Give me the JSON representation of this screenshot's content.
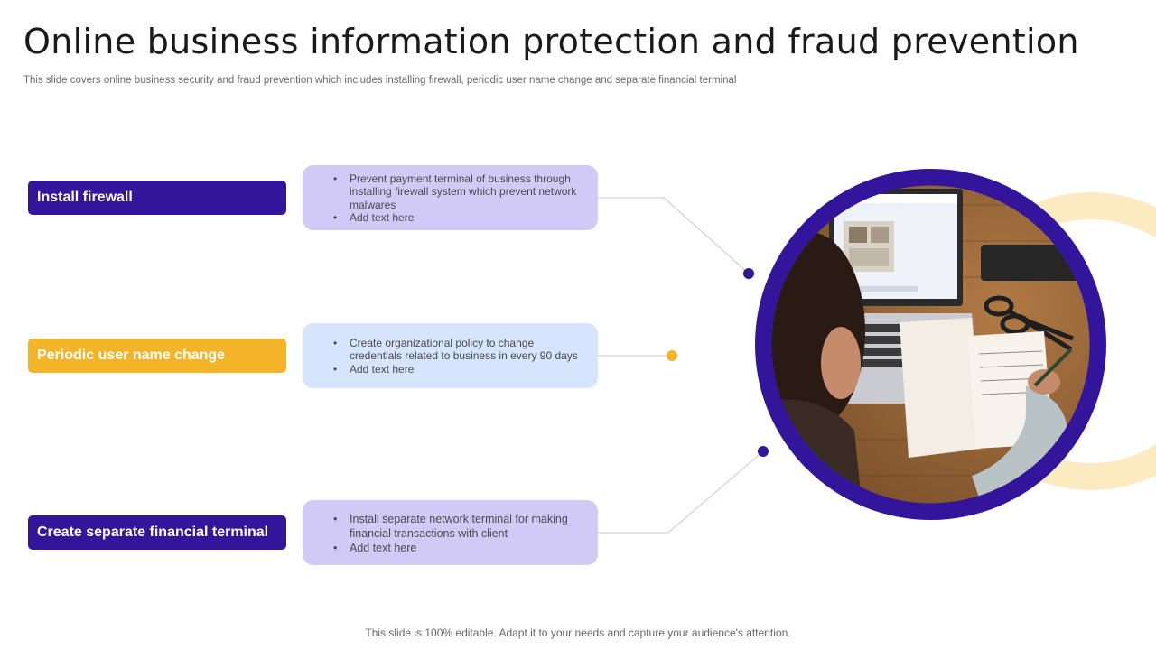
{
  "title": "Online business information protection  and fraud prevention",
  "subtitle": "This slide covers online business security and fraud prevention which includes installing firewall, periodic user name change and separate financial terminal",
  "items": [
    {
      "label": "Install firewall",
      "bullets": [
        "Prevent payment terminal of business through installing firewall system which prevent network malwares",
        "Add text here"
      ]
    },
    {
      "label": "Periodic user name change",
      "bullets": [
        "Create organizational policy to change credentials related to business in every 90 days",
        "Add text here"
      ]
    },
    {
      "label": "Create separate financial terminal",
      "bullets": [
        "Install separate network terminal for making financial transactions with  client",
        "Add text here"
      ]
    }
  ],
  "footer": "This slide is 100% editable. Adapt it to your needs and capture your audience's attention.",
  "colors": {
    "purple": "#33159c",
    "yellow": "#f3b429",
    "lavender": "#d2caf6",
    "light_blue": "#d6e4fe",
    "ring_yellow": "#fbe7b5"
  },
  "image": "woman-working-at-laptop-photo"
}
